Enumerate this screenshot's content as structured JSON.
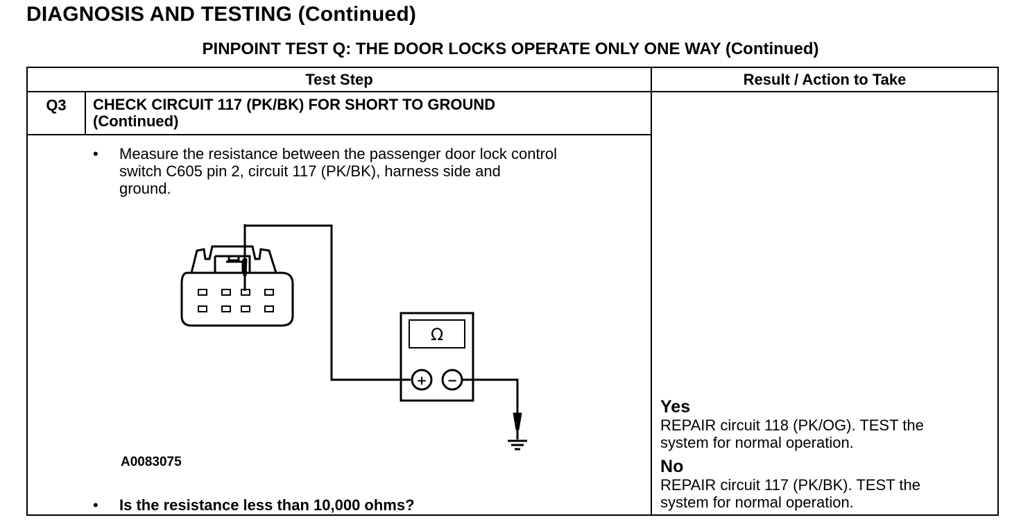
{
  "page_title": "DIAGNOSIS AND TESTING (Continued)",
  "test_title": "PINPOINT TEST  Q: THE DOOR LOCKS OPERATE ONLY ONE WAY (Continued)",
  "table": {
    "col_test_step": "Test Step",
    "col_result": "Result / Action to Take",
    "step_id": "Q3",
    "step_title_line1": "CHECK CIRCUIT 117 (PK/BK) FOR SHORT TO GROUND",
    "step_title_line2": "(Continued)",
    "bullet_symbol": "•",
    "instruction_line1": "Measure the resistance between the passenger door lock control",
    "instruction_line2": "switch C605 pin 2, circuit 117 (PK/BK), harness side and",
    "instruction_line3": "ground.",
    "figure_id": "A0083075",
    "meter_symbol": "Ω",
    "meter_plus": "+",
    "meter_minus": "−",
    "question": "Is the resistance less than 10,000 ohms?"
  },
  "results": {
    "yes_label": "Yes",
    "yes_line1": "REPAIR circuit 118 (PK/OG). TEST the",
    "yes_line2": "system for normal operation.",
    "no_label": "No",
    "no_line1": "REPAIR circuit 117 (PK/BK). TEST the",
    "no_line2": "system for normal operation."
  }
}
